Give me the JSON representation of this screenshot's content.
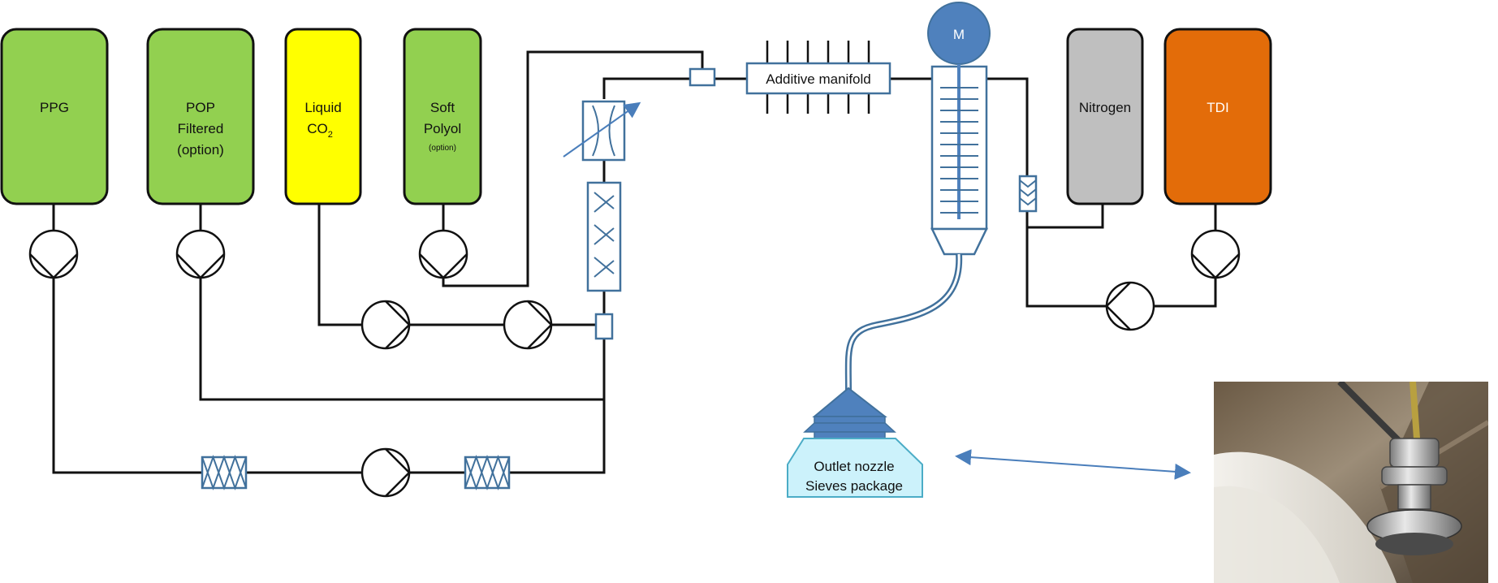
{
  "tanks": {
    "ppg": {
      "lines": [
        "PPG"
      ],
      "color": "#92d050"
    },
    "pop": {
      "lines": [
        "POP",
        "Filtered",
        "(option)"
      ],
      "color": "#92d050"
    },
    "co2": {
      "line1": "Liquid",
      "line2": "CO",
      "line2_sub": "2",
      "color": "#ffff00"
    },
    "soft_polyol": {
      "lines": [
        "Soft",
        "Polyol"
      ],
      "note": "(option)",
      "color": "#92d050"
    },
    "nitrogen": {
      "lines": [
        "Nitrogen"
      ],
      "color": "#bfbfbf"
    },
    "tdi": {
      "lines": [
        "TDI"
      ],
      "color": "#e36c09"
    }
  },
  "additive_manifold": {
    "label": "Additive manifold"
  },
  "mixer_motor": {
    "label": "M",
    "color": "#4f81bd"
  },
  "outlet": {
    "line1": "Outlet nozzle",
    "line2": "Sieves package",
    "color": "#ccf2fb"
  },
  "colors": {
    "pipe": "#111111",
    "equipment_stroke": "#41719c",
    "equipment_fill": "#4f81bd",
    "arrow": "#4a7ebb"
  },
  "icons": {
    "pump": "pump-icon",
    "filter": "filter-icon",
    "static_mixer": "static-mixer-icon",
    "valve": "flow-control-valve-icon",
    "motor": "motor-icon",
    "nozzle": "outlet-nozzle-icon",
    "photo": "machine-photo"
  }
}
